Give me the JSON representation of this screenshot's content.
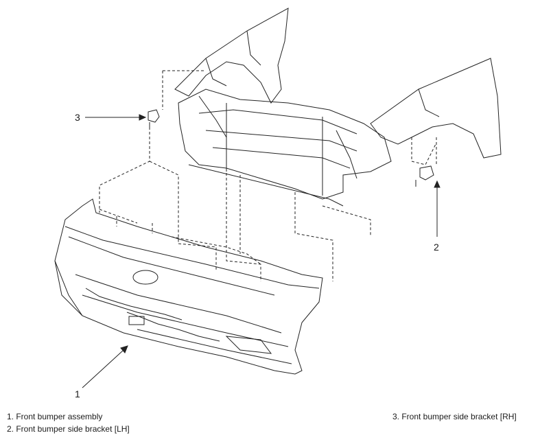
{
  "callouts": {
    "one": "1",
    "two": "2",
    "three": "3"
  },
  "legend": {
    "item1": "1. Front bumper assembly",
    "item2": "2. Front bumper side bracket [LH]",
    "item3": "3. Front bumper side bracket [RH]"
  },
  "colors": {
    "line": "#222222",
    "background": "#ffffff"
  }
}
